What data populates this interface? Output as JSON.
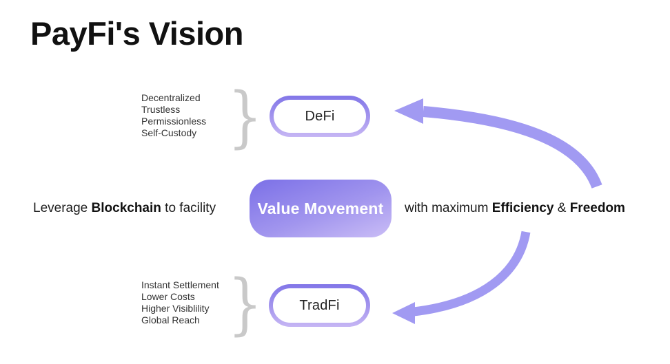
{
  "title": "PayFi's Vision",
  "brace_char": "}",
  "defi": {
    "label": "DeFi",
    "traits": [
      "Decentralized",
      "Trustless",
      "Permissionless",
      "Self-Custody"
    ]
  },
  "tradfi": {
    "label": "TradFi",
    "traits": [
      "Instant Settlement",
      "Lower Costs",
      "Higher Visiblility",
      "Global Reach"
    ]
  },
  "statement": {
    "left_pre": "Leverage ",
    "left_bold": "Blockchain",
    "left_post": " to facility",
    "box_label": "Value Movement",
    "right_pre": "with maximum ",
    "right_bold1": "Efficiency",
    "right_amp": " & ",
    "right_bold2": "Freedom"
  },
  "colors": {
    "arrow": "#a19af2",
    "pill_border_top": "#8276e8",
    "pill_border_bottom": "#c6b6f4",
    "value_box_start": "#7b70e7",
    "value_box_end": "#cabdf6",
    "brace": "#c9c9c9",
    "text": "#1c1c1c"
  }
}
